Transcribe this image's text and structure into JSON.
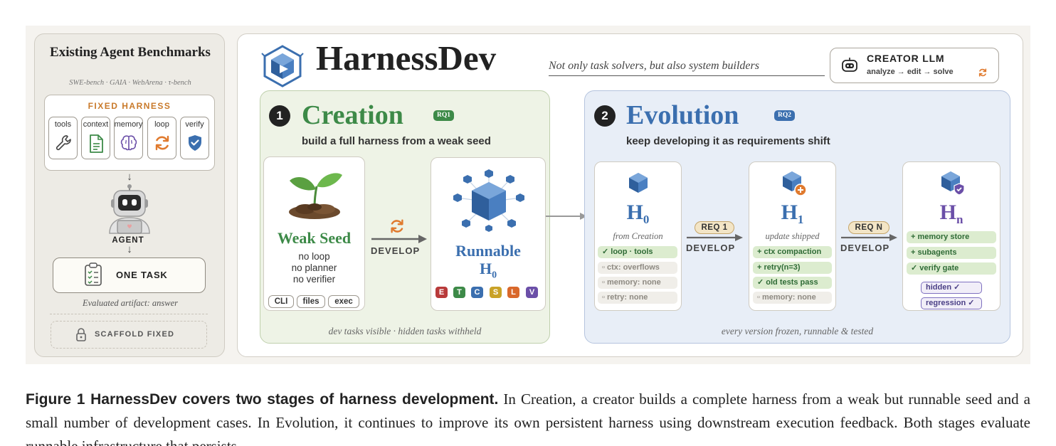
{
  "left_panel": {
    "title": "Existing Agent Benchmarks",
    "subtitle": "SWE-bench · GAIA · WebArena · τ-bench",
    "fixed_harness_label": "FIXED HARNESS",
    "modules": [
      {
        "label": "tools",
        "icon": "wrench-icon"
      },
      {
        "label": "context",
        "icon": "document-icon"
      },
      {
        "label": "memory",
        "icon": "brain-icon"
      },
      {
        "label": "loop",
        "icon": "loop-icon"
      },
      {
        "label": "verify",
        "icon": "shield-check-icon"
      }
    ],
    "agent_label": "AGENT",
    "one_task_label": "ONE TASK",
    "artifact_text": "Evaluated artifact: answer",
    "scaffold_label": "SCAFFOLD FIXED"
  },
  "header": {
    "title": "HarnessDev",
    "tagline": "Not only task solvers, but also system builders",
    "creator": {
      "title": "CREATOR LLM",
      "flow": "analyze → edit → solve"
    }
  },
  "creation": {
    "step": "1",
    "heading": "Creation",
    "rq": "RQ1",
    "subtitle": "build a full harness from a weak seed",
    "seed": {
      "title": "Weak Seed",
      "lines": [
        "no loop",
        "no planner",
        "no verifier"
      ],
      "tools": [
        "CLI",
        "files",
        "exec"
      ]
    },
    "develop_label": "DEVELOP",
    "runnable": {
      "title": "Runnable",
      "h_base": "H",
      "h_sub": "0",
      "badges": [
        {
          "letter": "E",
          "color": "#b83a3a"
        },
        {
          "letter": "T",
          "color": "#3d8a48"
        },
        {
          "letter": "C",
          "color": "#3b6faf"
        },
        {
          "letter": "S",
          "color": "#c9a227"
        },
        {
          "letter": "L",
          "color": "#d9682b"
        },
        {
          "letter": "V",
          "color": "#6b4fa8"
        }
      ]
    },
    "footer": "dev tasks visible · hidden tasks withheld"
  },
  "evolution": {
    "step": "2",
    "heading": "Evolution",
    "rq": "RQ2",
    "subtitle": "keep developing it as requirements shift",
    "versions": [
      {
        "h_base": "H",
        "h_sub": "0",
        "note": "from Creation",
        "chips": [
          {
            "text": "✓ loop · tools",
            "kind": "good"
          },
          {
            "text": "▫ ctx: overflows",
            "kind": "bad"
          },
          {
            "text": "▫ memory: none",
            "kind": "bad"
          },
          {
            "text": "▫ retry: none",
            "kind": "bad"
          }
        ]
      },
      {
        "h_base": "H",
        "h_sub": "1",
        "note": "update shipped",
        "chips": [
          {
            "text": "+ ctx compaction",
            "kind": "good"
          },
          {
            "text": "+ retry(n=3)",
            "kind": "good"
          },
          {
            "text": "✓ old tests pass",
            "kind": "good"
          },
          {
            "text": "▫ memory: none",
            "kind": "bad"
          }
        ]
      },
      {
        "h_base": "H",
        "h_sub": "n",
        "note": "",
        "chips": [
          {
            "text": "+ memory store",
            "kind": "good"
          },
          {
            "text": "+ subagents",
            "kind": "good"
          },
          {
            "text": "✓ verify gate",
            "kind": "good"
          },
          {
            "text": "hidden ✓",
            "kind": "purple"
          },
          {
            "text": "regression ✓",
            "kind": "purple"
          }
        ]
      }
    ],
    "requirements": [
      "REQ 1",
      "REQ N"
    ],
    "develop_label": "DEVELOP",
    "footer": "every version frozen, runnable & tested"
  },
  "caption": {
    "lead": "Figure 1  HarnessDev covers two stages of harness development.",
    "body": " In Creation, a creator builds a complete harness from a weak but runnable seed and a small number of development cases. In Evolution, it continues to improve its own persistent harness using downstream execution feedback. Both stages evaluate runnable infrastructure that persists"
  },
  "colors": {
    "creation_green": "#3d8a48",
    "evolution_blue": "#3b6faf",
    "accent_orange": "#e07a2e",
    "purple": "#6b4fa8"
  }
}
